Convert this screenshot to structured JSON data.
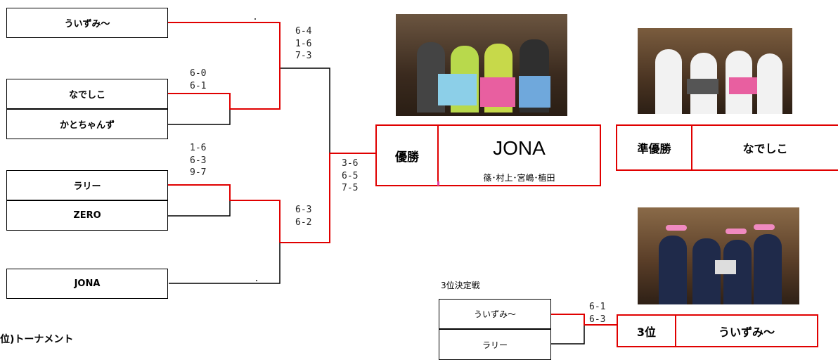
{
  "teams": {
    "t1": "ういずみ〜",
    "t2": "なでしこ",
    "t3": "かとちゃんず",
    "t4": "ラリー",
    "t5": "ZERO",
    "t6": "JONA"
  },
  "scores": {
    "s_top": "6-4\n1-6\n7-3",
    "s_nade": "6-0\n6-1",
    "s_rally": "1-6\n6-3\n9-7",
    "s_bottom": "6-3\n6-2",
    "s_final": "3-6\n6-5\n7-5",
    "s_third": "6-1\n6-3"
  },
  "results": {
    "winner_label": "優勝",
    "winner_name": "JONA",
    "winner_members": "篠･村上･宮嶋･植田",
    "runner_label": "準優勝",
    "runner_name": "なでしこ",
    "third_label": "3位",
    "third_name": "ういずみ〜"
  },
  "third_playoff": {
    "title": "3位決定戦",
    "team_a": "ういずみ〜",
    "team_b": "ラリー"
  },
  "tournament_title": "位)トーナメント",
  "colors": {
    "winner_line": "#e00000",
    "line": "#000000"
  }
}
